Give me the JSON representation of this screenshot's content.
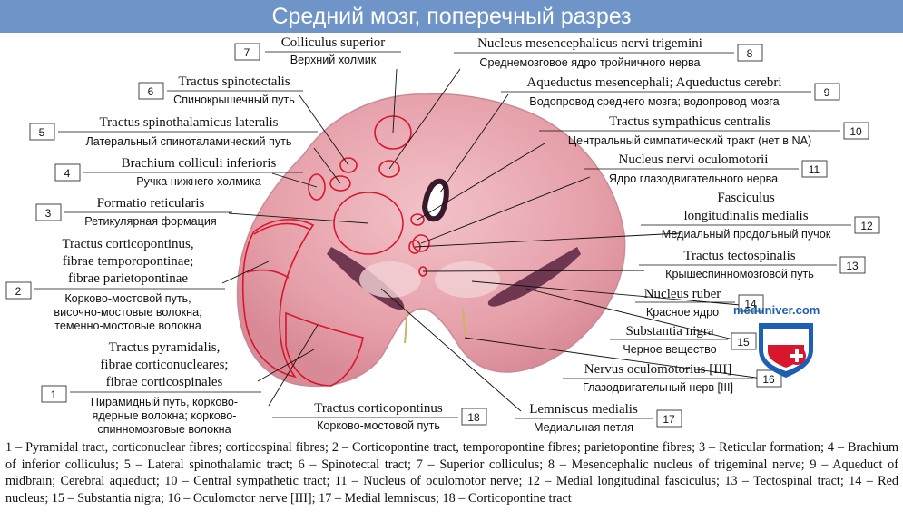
{
  "title": "Средний мозг, поперечный разрез",
  "watermark": "meduniver.com",
  "colors": {
    "banner": "#6f94c7",
    "outline": "#d8162c",
    "tissue": "#e8aab3",
    "tissue_dark": "#5a2440"
  },
  "labels": [
    {
      "num": "1",
      "lines_en": [
        "Tractus pyramidalis,",
        "fibrae corticonucleares;",
        "fibrae corticospinales"
      ],
      "lines_ru": [
        "Пирамидный путь, корково-",
        "ядерные волокна; корково-",
        "спинномозговые волокна"
      ]
    },
    {
      "num": "2",
      "lines_en": [
        "Tractus corticopontinus,",
        "fibrae temporopontinae;",
        "fibrae parietopontinae"
      ],
      "lines_ru": [
        "Корково-мостовой путь,",
        "височно-мостовые волокна;",
        "теменно-мостовые волокна"
      ]
    },
    {
      "num": "3",
      "lines_en": [
        "Formatio reticularis"
      ],
      "lines_ru": [
        "Ретикулярная формация"
      ]
    },
    {
      "num": "4",
      "lines_en": [
        "Brachium colliculi inferioris"
      ],
      "lines_ru": [
        "Ручка нижнего холмика"
      ]
    },
    {
      "num": "5",
      "lines_en": [
        "Tractus spinothalamicus lateralis"
      ],
      "lines_ru": [
        "Латеральный спиноталамический путь"
      ]
    },
    {
      "num": "6",
      "lines_en": [
        "Tractus spinotectalis"
      ],
      "lines_ru": [
        "Спинокрышечный путь"
      ]
    },
    {
      "num": "7",
      "lines_en": [
        "Colliculus superior"
      ],
      "lines_ru": [
        "Верхний холмик"
      ]
    },
    {
      "num": "8",
      "lines_en": [
        "Nucleus mesencephalicus nervi trigemini"
      ],
      "lines_ru": [
        "Среднемозговое ядро тройничного нерва"
      ]
    },
    {
      "num": "9",
      "lines_en": [
        "Aqueductus mesencephali; Aqueductus cerebri"
      ],
      "lines_ru": [
        "Водопровод среднего мозга; водопровод мозга"
      ]
    },
    {
      "num": "10",
      "lines_en": [
        "Tractus sympathicus centralis"
      ],
      "lines_ru": [
        "Центральный симпатический тракт (нет в NA)"
      ]
    },
    {
      "num": "11",
      "lines_en": [
        "Nucleus nervi oculomotorii"
      ],
      "lines_ru": [
        "Ядро глазодвигательного нерва"
      ]
    },
    {
      "num": "12",
      "lines_en": [
        "Fasciculus",
        "longitudinalis medialis"
      ],
      "lines_ru": [
        "Медиальный продольный пучок"
      ]
    },
    {
      "num": "13",
      "lines_en": [
        "Tractus tectospinalis"
      ],
      "lines_ru": [
        "Крышеспинномозговой путь"
      ]
    },
    {
      "num": "14",
      "lines_en": [
        "Nucleus ruber"
      ],
      "lines_ru": [
        "Красное ядро"
      ]
    },
    {
      "num": "15",
      "lines_en": [
        "Substantia nigra"
      ],
      "lines_ru": [
        "Черное вещество"
      ]
    },
    {
      "num": "16",
      "lines_en": [
        "Nervus oculomotorius [III]"
      ],
      "lines_ru": [
        "Глазодвигательный нерв [III]"
      ]
    },
    {
      "num": "17",
      "lines_en": [
        "Lemniscus medialis"
      ],
      "lines_ru": [
        "Медиальная петля"
      ]
    },
    {
      "num": "18",
      "lines_en": [
        "Tractus corticopontinus"
      ],
      "lines_ru": [
        "Корково-мостовой путь"
      ]
    }
  ],
  "caption": "1 – Pyramidal tract, corticonuclear fibres; corticospinal fibres; 2 – Corticopontine tract, temporopontine fibres; parietopontine fibres; 3 – Reticular formation; 4 – Brachium of inferior colliculus; 5 – Lateral spinothalamic tract; 6 – Spinotectal tract; 7 – Superior colliculus; 8 – Mesencephalic nucleus of trigeminal nerve; 9 – Aqueduct of midbrain; Cerebral aqueduct; 10 – Central sympathetic tract; 11 – Nucleus of oculomotor nerve; 12 – Medial longitudinal fasciculus; 13 – Tectospinal tract; 14 – Red nucleus; 15 – Substantia nigra; 16 – Oculomotor nerve [III]; 17 – Medial lemniscus; 18 – Corticopontine tract"
}
